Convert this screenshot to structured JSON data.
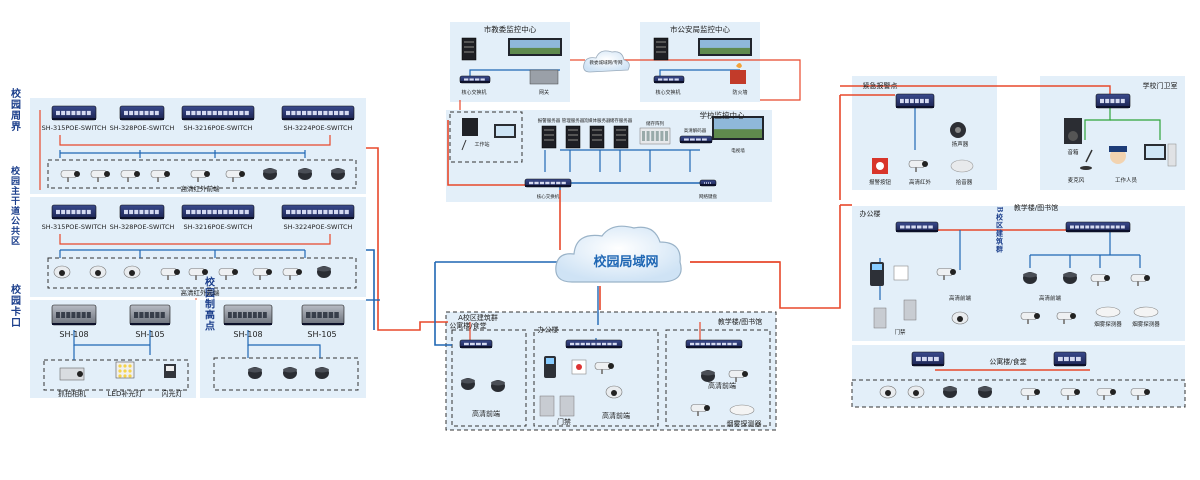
{
  "cloud": {
    "label": "校园局域网",
    "small_label": "教委城域网/专网"
  },
  "left": {
    "perimeter": {
      "title": "校园周界",
      "switches": [
        "SH-315POE-SWITCH",
        "SH-328POE-SWITCH",
        "SH-3216POE-SWITCH",
        "SH-3224POE-SWITCH"
      ],
      "front_label": "高清红外前端"
    },
    "trunk": {
      "title": "校园主干道公共区",
      "switches": [
        "SH-315POE-SWITCH",
        "SH-328POE-SWITCH",
        "SH-3216POE-SWITCH",
        "SH-3224POE-SWITCH"
      ],
      "front_label": "高清红外前端"
    },
    "checkpoint": {
      "title": "校园卡口",
      "switches": [
        "SH-108",
        "SH-105"
      ],
      "devices": [
        "抓拍相机",
        "LED补光灯",
        "闪光灯"
      ]
    },
    "highpoint": {
      "title": "校园制高点",
      "switches": [
        "SH-108",
        "SH-105"
      ]
    }
  },
  "center_top": {
    "edu": {
      "title": "市教委监控中心",
      "labels": [
        "核心交换机",
        "网关"
      ]
    },
    "police": {
      "title": "市公安局监控中心",
      "labels": [
        "核心交换机",
        "防火墙"
      ]
    },
    "school": {
      "title": "学校监控中心",
      "workstation": "工作站",
      "servers": [
        "报警服务器",
        "管理服务器",
        "流媒体服务器",
        "储存服务器"
      ],
      "storage": "储存阵列",
      "decoder": "高清解码器",
      "tvwall": "电视墙",
      "core_switch": "核心交换机",
      "keyboard": "网络键盘"
    }
  },
  "center_bottom": {
    "a_zone": {
      "title": "A校区建筑群",
      "canteen": "公寓楼/食堂",
      "front": "高清前端"
    },
    "office": {
      "title": "办公楼",
      "door": "门禁",
      "front": "高清前端"
    },
    "library": {
      "title": "教学楼/图书馆",
      "front": "高清前端",
      "smoke": "烟雾探测器"
    }
  },
  "right": {
    "alarm": {
      "title": "紧急报警点",
      "labels": [
        "报警按钮",
        "高清红外",
        "拾音器",
        "扬声器"
      ]
    },
    "gate": {
      "title": "学校门卫室",
      "labels": [
        "音箱",
        "麦克风",
        "工作人员"
      ]
    },
    "b_zone": {
      "title": "B校区建筑群",
      "office": "办公楼",
      "library": "教学楼/图书馆",
      "labels": [
        "高清前端",
        "门禁",
        "高清前端",
        "烟雾探测器",
        "烟雾探测器"
      ],
      "canteen": "公寓楼/食堂"
    }
  }
}
